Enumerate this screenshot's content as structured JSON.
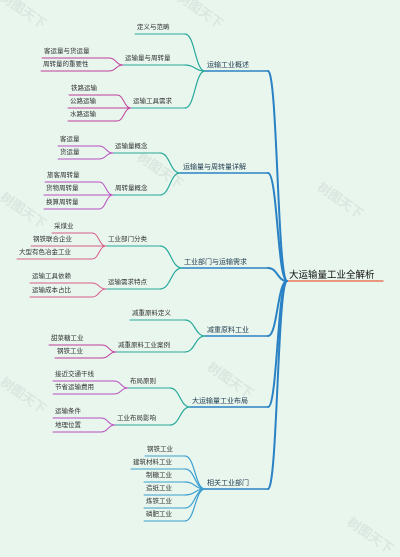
{
  "root": "大运输量工业全解析",
  "branches": [
    {
      "label": "运输工业概述",
      "children": [
        {
          "label": "定义与范畴",
          "children": []
        },
        {
          "label": "运输量与周转量",
          "children": [
            {
              "label": "客运量与货运量"
            },
            {
              "label": "周转量的重要性"
            }
          ]
        },
        {
          "label": "运输工具需求",
          "children": [
            {
              "label": "铁路运输"
            },
            {
              "label": "公路运输"
            },
            {
              "label": "水路运输"
            }
          ]
        }
      ]
    },
    {
      "label": "运输量与周转量详解",
      "children": [
        {
          "label": "运输量概念",
          "children": [
            {
              "label": "客运量"
            },
            {
              "label": "货运量"
            }
          ]
        },
        {
          "label": "周转量概念",
          "children": [
            {
              "label": "旅客周转量"
            },
            {
              "label": "货物周转量"
            },
            {
              "label": "换算周转量"
            }
          ]
        }
      ]
    },
    {
      "label": "工业部门与运输需求",
      "children": [
        {
          "label": "工业部门分类",
          "children": [
            {
              "label": "采煤业"
            },
            {
              "label": "钢铁联合企业"
            },
            {
              "label": "大型有色冶金工业"
            }
          ]
        },
        {
          "label": "运输需求特点",
          "children": [
            {
              "label": "运输工具依赖"
            },
            {
              "label": "运输成本占比"
            }
          ]
        }
      ]
    },
    {
      "label": "减重原料工业",
      "children": [
        {
          "label": "减重原料定义",
          "children": []
        },
        {
          "label": "减重原料工业案例",
          "children": [
            {
              "label": "甜菜糖工业"
            },
            {
              "label": "钢铁工业"
            }
          ]
        }
      ]
    },
    {
      "label": "大运输量工业布局",
      "children": [
        {
          "label": "布局原则",
          "children": [
            {
              "label": "接近交通干线"
            },
            {
              "label": "节省运输费用"
            }
          ]
        },
        {
          "label": "工业布局影响",
          "children": [
            {
              "label": "运输条件"
            },
            {
              "label": "地理位置"
            }
          ]
        }
      ]
    },
    {
      "label": "相关工业部门",
      "children": [
        {
          "label": "钢铁工业",
          "children": []
        },
        {
          "label": "建筑材料工业",
          "children": []
        },
        {
          "label": "制糖工业",
          "children": []
        },
        {
          "label": "造纸工业",
          "children": []
        },
        {
          "label": "炼铁工业",
          "children": []
        },
        {
          "label": "磷肥工业",
          "children": []
        }
      ]
    }
  ],
  "watermark": "树图天下",
  "colors": {
    "root_underline": "#e85d3a",
    "branch": "#2a82c4",
    "level2_a": "#27a89a",
    "level2_b": "#3c9ecf",
    "leaf_a": "#c23f9b",
    "leaf_b": "#b94fc0",
    "leaf_c": "#d95c8a"
  }
}
